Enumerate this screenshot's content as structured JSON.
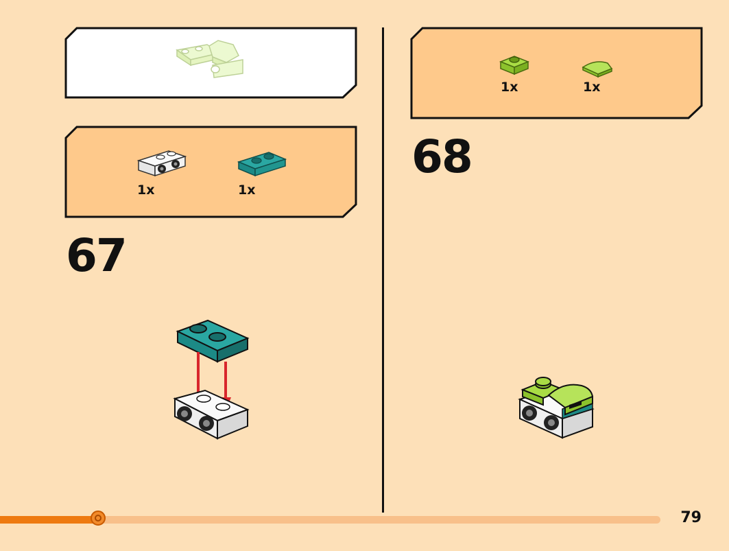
{
  "colors": {
    "page_background": "#fde0b8",
    "parts_panel": "#fec98b",
    "preview_panel": "#ffffff",
    "teal_brick": "#1f9a95",
    "white_brick": "#f4f4f4",
    "lime_brick": "#9fd43a",
    "arrow_red": "#d8262c",
    "progress_fill": "#ee7a10",
    "progress_track": "#f8c08a"
  },
  "left": {
    "preview": {
      "description_icon": "lime-slope-assembly-icon"
    },
    "parts_list": [
      {
        "icon": "white-bracket-brick-icon",
        "qty": "1x"
      },
      {
        "icon": "teal-plate-1x2-icon",
        "qty": "1x"
      }
    ],
    "step_number": "67"
  },
  "right": {
    "parts_list": [
      {
        "icon": "lime-round-plate-icon",
        "qty": "1x"
      },
      {
        "icon": "lime-slope-curved-icon",
        "qty": "1x"
      }
    ],
    "step_number": "68"
  },
  "footer": {
    "page_number": "79",
    "progress_fraction": 0.148
  }
}
